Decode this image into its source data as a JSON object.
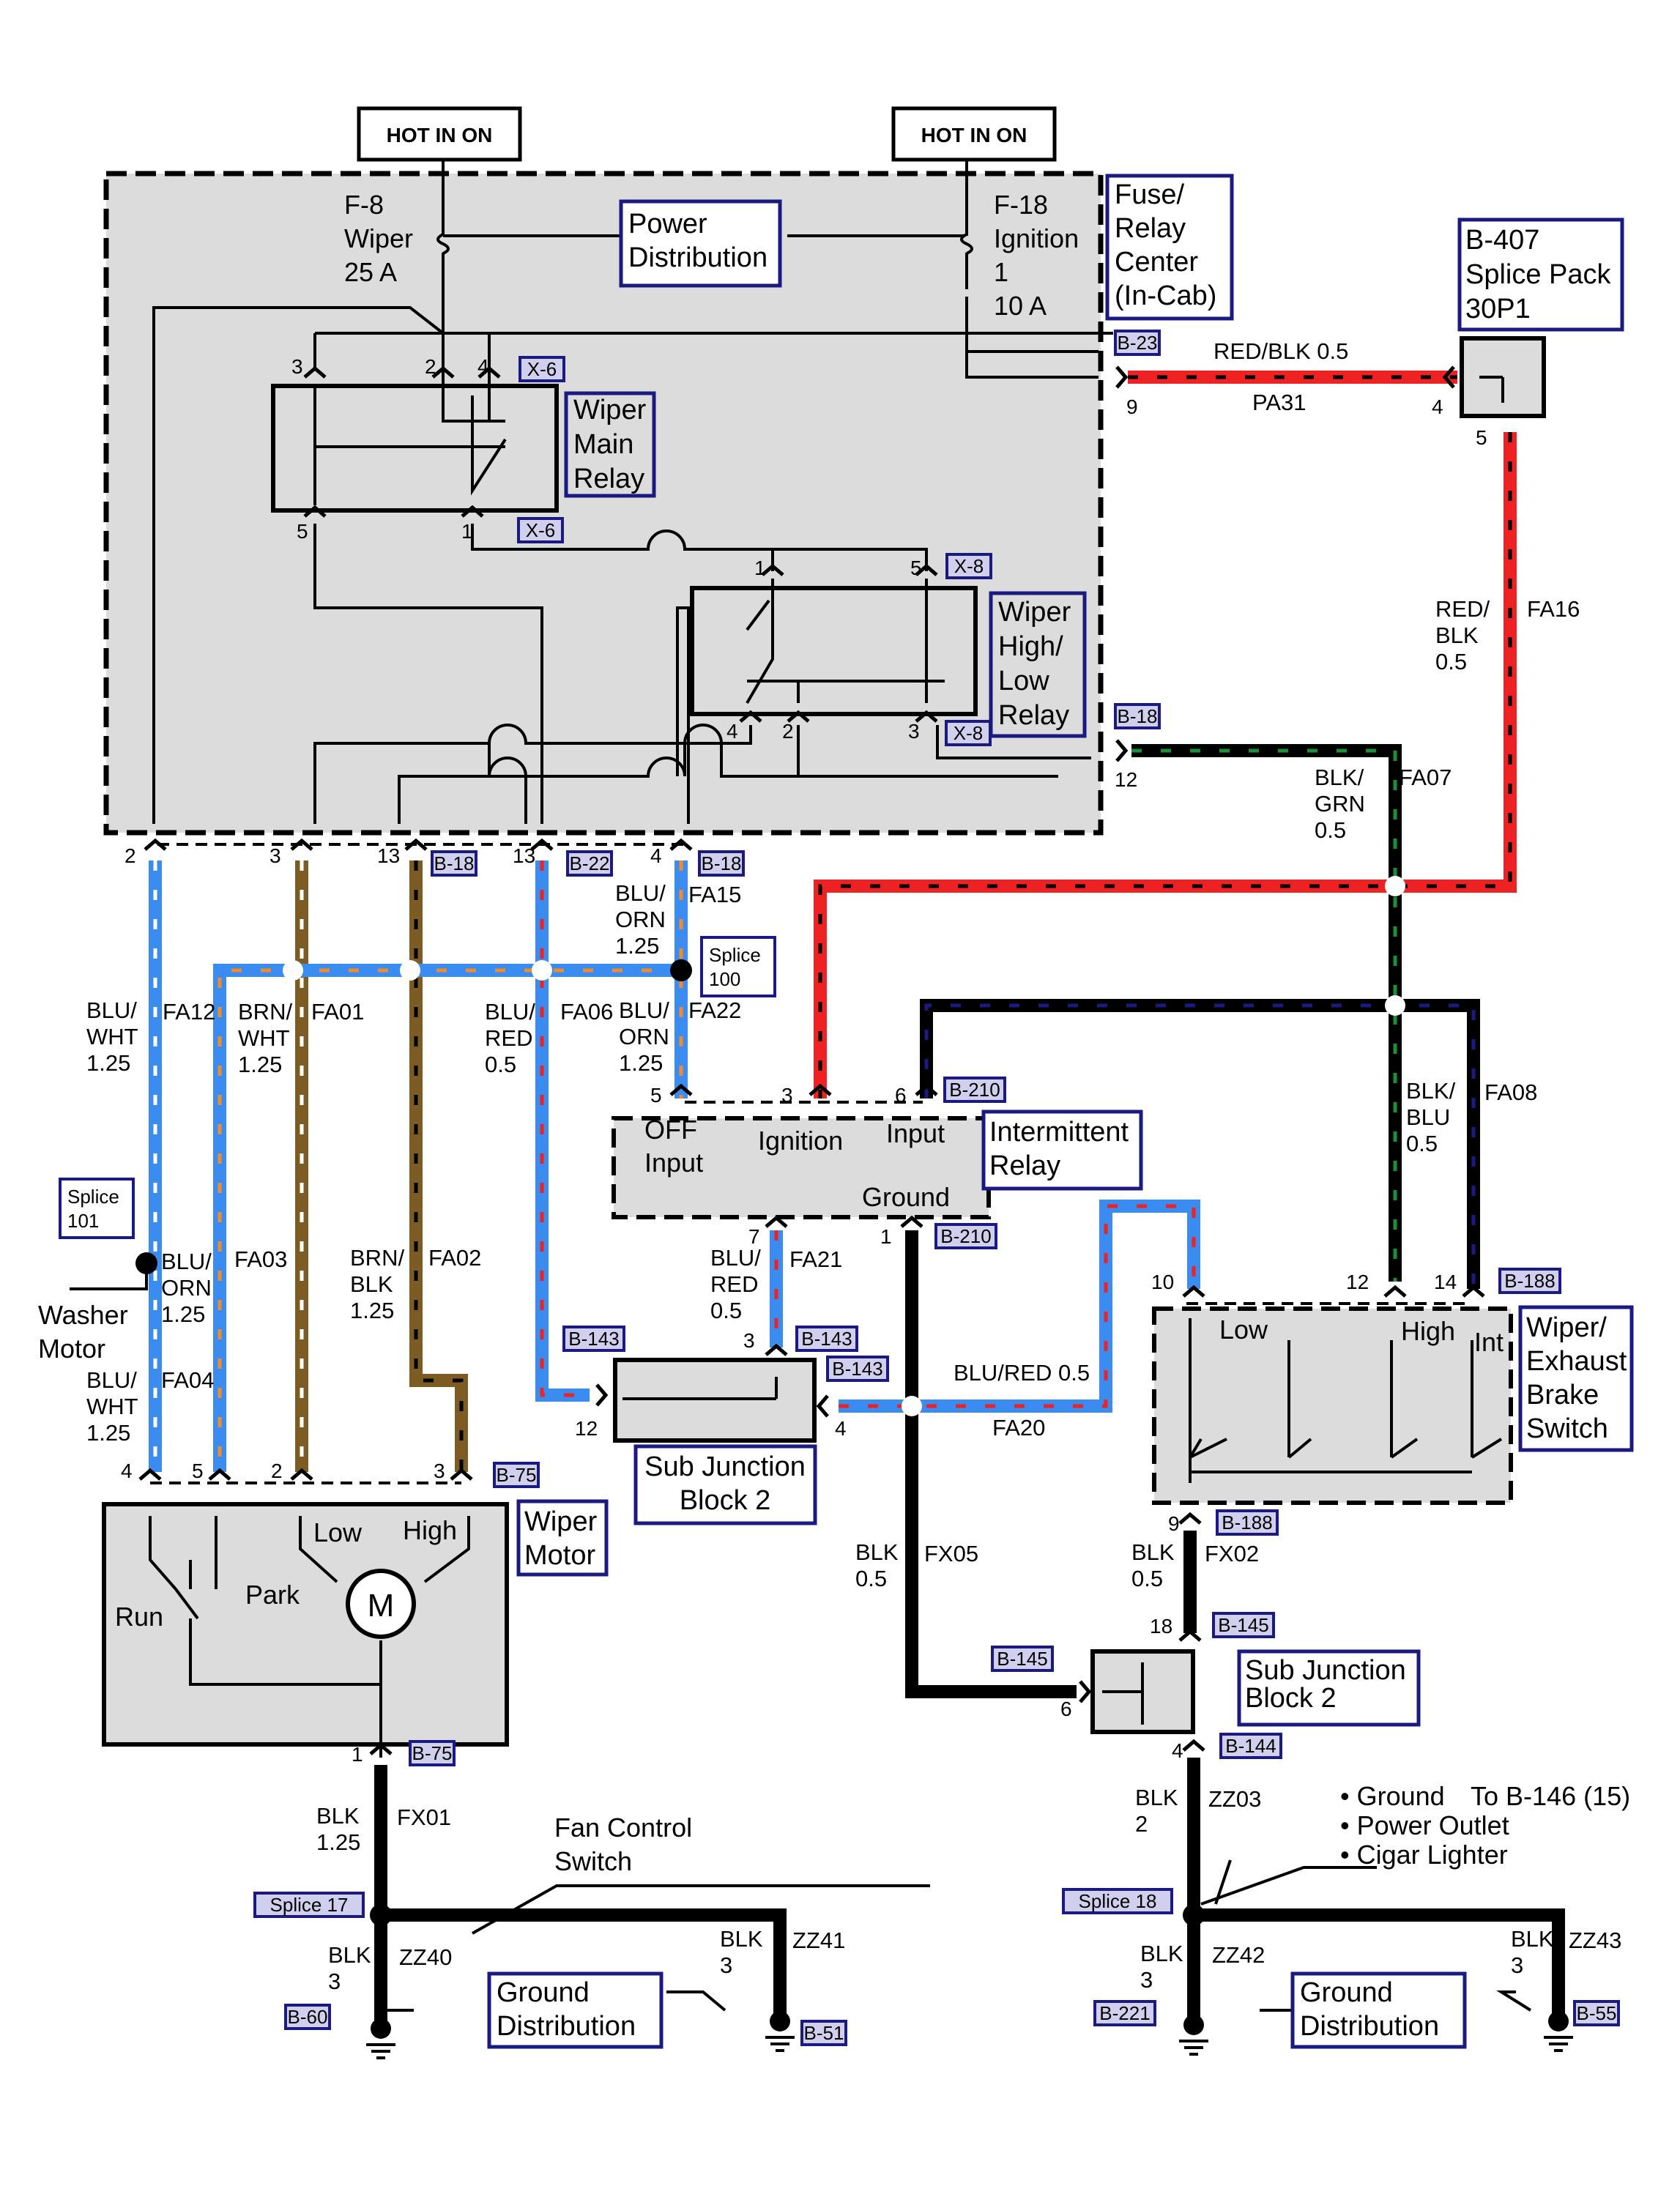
{
  "colors": {
    "blue": "#3b8cf0",
    "brown": "#7d5c24",
    "red": "#ee2222",
    "black": "#000000",
    "green": "#1a8f3a",
    "white": "#ffffff",
    "orange": "#f08a2a",
    "navy": "#1a1a80",
    "gray_fill": "#dcdcdc",
    "tag_fill": "#d0d0ee"
  },
  "hot_in_on": [
    "HOT IN ON",
    "HOT IN ON"
  ],
  "fuses": [
    {
      "lines": [
        "F-8",
        "Wiper",
        "25 A"
      ]
    },
    {
      "lines": [
        "F-18",
        "Ignition",
        "1",
        "10 A"
      ]
    }
  ],
  "boxes": {
    "power_distribution": [
      "Power",
      "Distribution"
    ],
    "fuse_relay_center": [
      "Fuse/",
      "Relay",
      "Center",
      "(In-Cab)"
    ],
    "splice_pack": [
      "B-407",
      "Splice Pack",
      "30P1"
    ],
    "wiper_main_relay": [
      "Wiper",
      "Main",
      "Relay"
    ],
    "wiper_high_low_relay": [
      "Wiper",
      "High/",
      "Low",
      "Relay"
    ],
    "intermittent_relay": [
      "Intermittent",
      "Relay"
    ],
    "wiper_exhaust_brake_switch": [
      "Wiper/",
      "Exhaust",
      "Brake",
      "Switch"
    ],
    "sub_junction_block_2_a": [
      "Sub Junction",
      "Block 2"
    ],
    "sub_junction_block_2_b": [
      "Sub Junction",
      "Block 2"
    ],
    "wiper_motor": [
      "Wiper",
      "Motor"
    ],
    "ground_distribution_left": [
      "Ground",
      "Distribution"
    ],
    "ground_distribution_right": [
      "Ground",
      "Distribution"
    ]
  },
  "connector_tags": [
    "X-6",
    "X-6",
    "X-8",
    "X-8",
    "B-23",
    "B-18",
    "B-18",
    "B-22",
    "B-18",
    "B-210",
    "B-210",
    "B-143",
    "B-143",
    "B-143",
    "B-188",
    "B-188",
    "B-75",
    "B-75",
    "B-145",
    "B-145",
    "B-144",
    "B-60",
    "B-51",
    "B-221",
    "B-55",
    "Splice 17",
    "Splice 18"
  ],
  "splice_tags": [
    [
      "Splice",
      "100"
    ],
    [
      "Splice",
      "101"
    ]
  ],
  "pins": [
    "3",
    "2",
    "4",
    "5",
    "1",
    "1",
    "5",
    "4",
    "2",
    "3",
    "9",
    "4",
    "5",
    "12",
    "2",
    "3",
    "13",
    "13",
    "4",
    "5",
    "3",
    "6",
    "7",
    "1",
    "3",
    "12",
    "4",
    "10",
    "12",
    "14",
    "9",
    "18",
    "6",
    "4",
    "4",
    "5",
    "2",
    "3",
    "1"
  ],
  "wire_labels": [
    [
      "RED/BLK 0.5"
    ],
    [
      "PA31"
    ],
    [
      "RED/",
      "BLK",
      "0.5"
    ],
    [
      "FA16"
    ],
    [
      "BLK/",
      "GRN",
      "0.5"
    ],
    [
      "FA07"
    ],
    [
      "BLU/",
      "ORN",
      "1.25"
    ],
    [
      "FA15"
    ],
    [
      "FA22"
    ],
    [
      "BLU/",
      "ORN",
      "1.25"
    ],
    [
      "BLU/",
      "WHT",
      "1.25"
    ],
    [
      "FA12"
    ],
    [
      "BRN/",
      "WHT",
      "1.25"
    ],
    [
      "FA01"
    ],
    [
      "BLU/",
      "RED",
      "0.5"
    ],
    [
      "FA06"
    ],
    [
      "BLK/",
      "BLU",
      "0.5"
    ],
    [
      "FA08"
    ],
    [
      "BLU/",
      "ORN",
      "1.25"
    ],
    [
      "FA03"
    ],
    [
      "BRN/",
      "BLK",
      "1.25"
    ],
    [
      "FA02"
    ],
    [
      "BLU/",
      "RED",
      "0.5"
    ],
    [
      "FA21"
    ],
    [
      "BLU/RED 0.5"
    ],
    [
      "FA20"
    ],
    [
      "BLU/",
      "WHT",
      "1.25"
    ],
    [
      "FA04"
    ],
    [
      "BLK",
      "0.5"
    ],
    [
      "FX05"
    ],
    [
      "BLK",
      "0.5"
    ],
    [
      "FX02"
    ],
    [
      "BLK",
      "1.25"
    ],
    [
      "FX01"
    ],
    [
      "BLK",
      "2"
    ],
    [
      "ZZ03"
    ],
    [
      "BLK",
      "3"
    ],
    [
      "ZZ40"
    ],
    [
      "BLK",
      "3"
    ],
    [
      "ZZ41"
    ],
    [
      "BLK",
      "3"
    ],
    [
      "ZZ42"
    ],
    [
      "BLK",
      "3"
    ],
    [
      "ZZ43"
    ]
  ],
  "relay_inputs": [
    "OFF",
    "Input",
    "Ignition",
    "Input",
    "Ground"
  ],
  "switch_positions": [
    "Low",
    "High",
    "Int"
  ],
  "motor_labels": [
    "Low",
    "High",
    "Run",
    "Park",
    "M"
  ],
  "washer_motor": [
    "Washer",
    "Motor"
  ],
  "fan_control_switch": [
    "Fan Control",
    "Switch"
  ],
  "ground_to": "Ground",
  "ground_to_ref": "To B-146 (15)",
  "ground_list": [
    "• Power Outlet",
    "• Cigar Lighter"
  ]
}
